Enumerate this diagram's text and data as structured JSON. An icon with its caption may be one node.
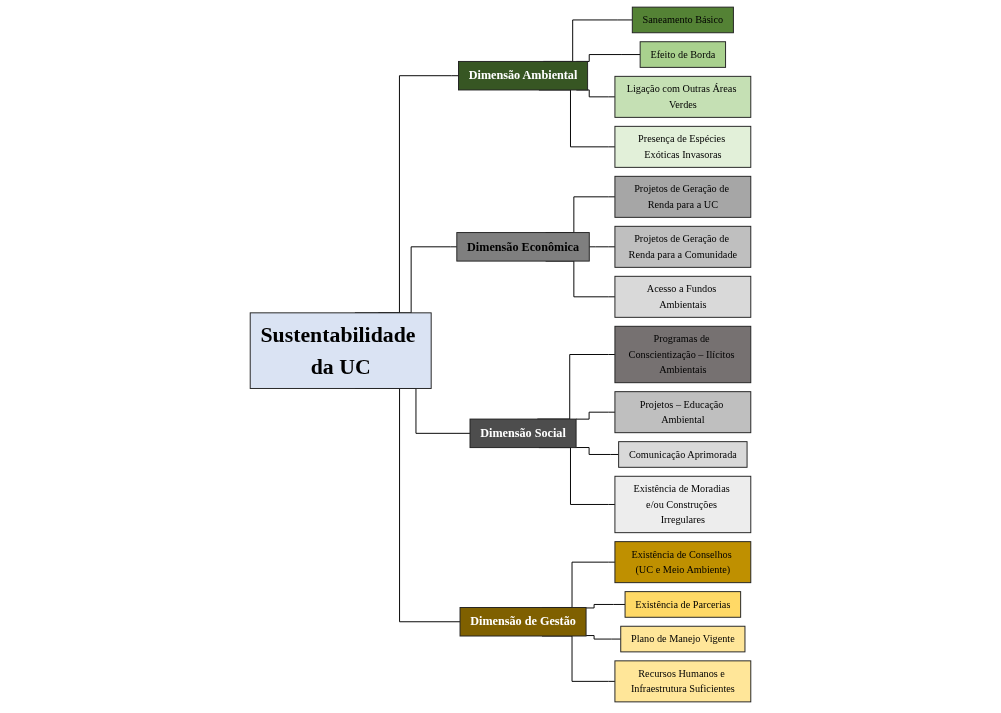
{
  "diagram": {
    "nodes": [
      {
        "text": [
          "Sustentabilidade da UC"
        ]
      },
      {
        "text": [
          "Dimensão Ambiental"
        ]
      },
      {
        "text": [
          "Dimensão Econômica"
        ]
      },
      {
        "text": [
          "Dimensão Social"
        ]
      },
      {
        "text": [
          "Dimensão de Gestão"
        ]
      },
      {
        "text": [
          "Saneamento Básico"
        ]
      },
      {
        "text": [
          "Efeito de Borda"
        ]
      },
      {
        "text": [
          "Ligação com Outras Áreas Verdes"
        ]
      },
      {
        "text": [
          "Presença de Espécies Exóticas Invasoras"
        ]
      },
      {
        "text": [
          "Projetos de Geração de Renda para a UC"
        ]
      },
      {
        "text": [
          "Projetos de Geração de Renda para a Comunidade"
        ]
      },
      {
        "text": [
          "Acesso a Fundos Ambientais"
        ]
      },
      {
        "text": [
          "Programas de Conscientização – Ilícitos Ambientais"
        ]
      },
      {
        "text": [
          "Projetos – Educação Ambiental"
        ]
      },
      {
        "text": [
          "Comunicação Aprimorada"
        ]
      },
      {
        "text": [
          "Existência de Moradias e/ou Construções Irregulares"
        ]
      },
      {
        "text": [
          "Existência de Conselhos (UC e Meio Ambiente)"
        ]
      },
      {
        "text": [
          "Existência de Parcerias"
        ]
      },
      {
        "text": [
          "Plano de Manejo Vigente"
        ]
      },
      {
        "text": [
          "Recursos Humanos e Infraestrutura Suficientes"
        ]
      }
    ],
    "edges": [
      {
        "from": 0,
        "to": 1,
        "arrow": "none"
      },
      {
        "from": 0,
        "to": 2,
        "arrow": "none"
      },
      {
        "from": 0,
        "to": 3,
        "arrow": "none"
      },
      {
        "from": 0,
        "to": 4,
        "arrow": "none"
      },
      {
        "from": 1,
        "to": 5,
        "arrow": "none"
      },
      {
        "from": 1,
        "to": 6,
        "arrow": "none"
      },
      {
        "from": 1,
        "to": 7,
        "arrow": "none"
      },
      {
        "from": 1,
        "to": 8,
        "arrow": "none"
      },
      {
        "from": 2,
        "to": 9,
        "arrow": "none"
      },
      {
        "from": 2,
        "to": 10,
        "arrow": "none"
      },
      {
        "from": 2,
        "to": 11,
        "arrow": "none"
      },
      {
        "from": 3,
        "to": 12,
        "arrow": "none"
      },
      {
        "from": 3,
        "to": 13,
        "arrow": "none"
      },
      {
        "from": 3,
        "to": 14,
        "arrow": "none"
      },
      {
        "from": 3,
        "to": 15,
        "arrow": "none"
      },
      {
        "from": 4,
        "to": 16,
        "arrow": "none"
      },
      {
        "from": 4,
        "to": 17,
        "arrow": "none"
      },
      {
        "from": 4,
        "to": 18,
        "arrow": "none"
      },
      {
        "from": 4,
        "to": 19,
        "arrow": "none"
      }
    ]
  }
}
